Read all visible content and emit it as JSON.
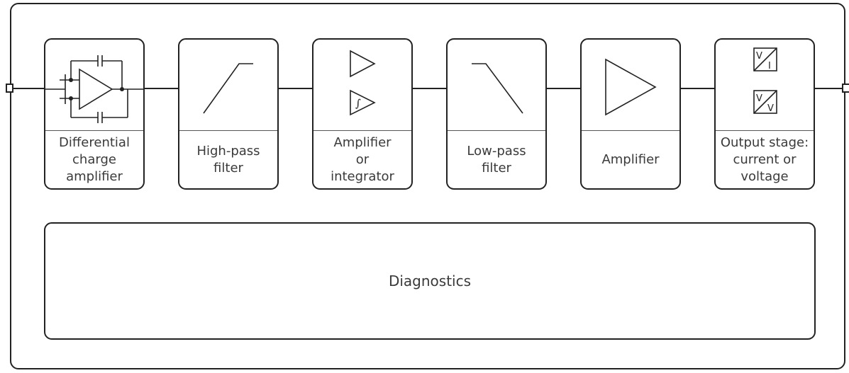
{
  "blocks": [
    {
      "id": "differential-charge-amplifier",
      "label": "Differential\ncharge\namplifier",
      "icon": "differential-charge-amplifier-icon"
    },
    {
      "id": "high-pass-filter",
      "label": "High-pass\nfilter",
      "icon": "high-pass-filter-icon"
    },
    {
      "id": "amplifier-or-integrator",
      "label": "Amplifier\nor\nintegrator",
      "icon": "amplifier-integrator-icon"
    },
    {
      "id": "low-pass-filter",
      "label": "Low-pass\nfilter",
      "icon": "low-pass-filter-icon"
    },
    {
      "id": "amplifier",
      "label": "Amplifier",
      "icon": "amplifier-icon"
    },
    {
      "id": "output-stage",
      "label": "Output stage:\ncurrent or\nvoltage",
      "icon": "output-stage-icon"
    }
  ],
  "diagnostics": {
    "label": "Diagnostics"
  },
  "output_stage_symbols": {
    "current": {
      "top": "V",
      "bottom": "I"
    },
    "voltage": {
      "top": "V",
      "bottom": "V"
    }
  },
  "integrator_symbol": "∫",
  "colors": {
    "stroke": "#222222",
    "text": "#3a3a3a",
    "background": "#ffffff"
  }
}
